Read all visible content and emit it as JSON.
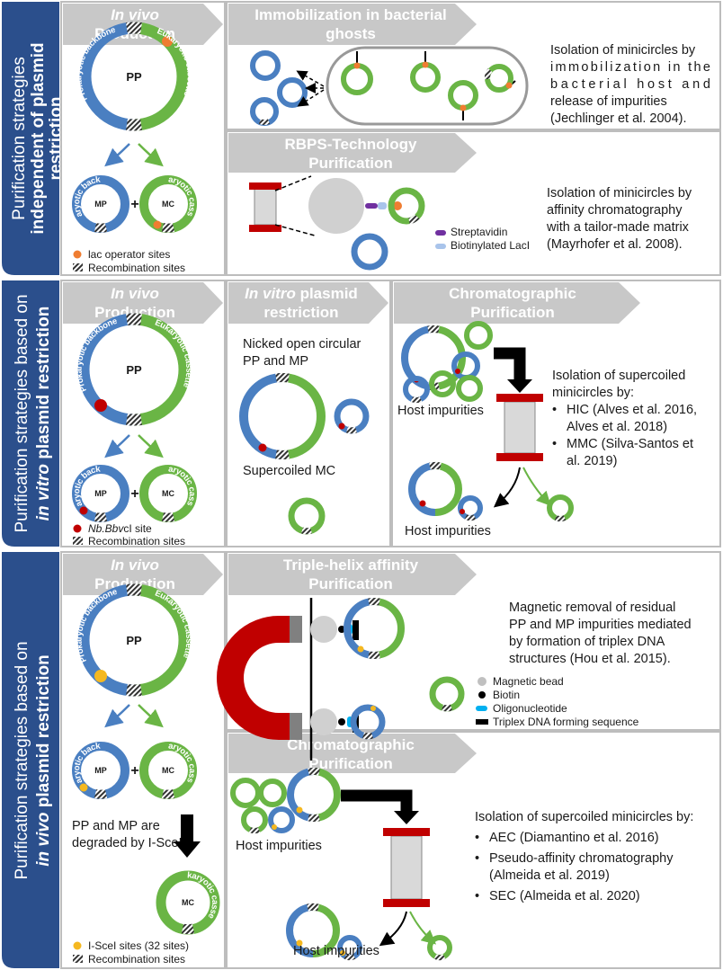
{
  "colors": {
    "side_band": "#2b4f8c",
    "header": "#c8c8c8",
    "blue": "#4a7fc1",
    "green": "#6ab545",
    "orange": "#ef7d31",
    "red": "#c00000",
    "yellow": "#f5b820",
    "purple": "#7030a0",
    "lightblue": "#a9c4eb",
    "cyan": "#00b0f0",
    "grey": "#c8c8c8"
  },
  "sections": [
    {
      "side_title_line1": "Purification strategies",
      "side_title_line2": "independent of plasmid",
      "side_title_line3": "restriction"
    },
    {
      "side_title_line1": "Purification strategies based on",
      "side_title_line2_italic": "in vitro",
      "side_title_line2_rest": " plasmid restriction"
    },
    {
      "side_title_line1": "Purification strategies based on",
      "side_title_line2_italic": "in vivo",
      "side_title_line2_rest": " plasmid restriction"
    }
  ],
  "production": {
    "header_italic": "In vivo",
    "header_rest": "Production",
    "pp": "PP",
    "mp": "MP",
    "mc": "MC",
    "plus": "+",
    "prok": "Prokaryotic backbone",
    "euk": "Eukaryotic cassette"
  },
  "s1": {
    "legend_orange": "lac operator sites",
    "legend_hatch": "Recombination sites",
    "ghost_header_l1": "Immobilization in bacterial",
    "ghost_header_l2": "ghosts",
    "ghost_text": [
      "Isolation of minicircles by",
      "immobilization in the",
      "bacterial host and",
      "release of impurities",
      "(Jechlinger et al. 2004)."
    ],
    "rbps_header_l1": "RBPS-Technology",
    "rbps_header_l2": "Purification",
    "rbps_text": [
      "Isolation of minicircles by",
      "affinity chromatography",
      "with a tailor-made matrix",
      "(Mayrhofer et al. 2008)."
    ],
    "legend_strep": "Streptavidin",
    "legend_biolacl": "Biotinylated LacI"
  },
  "s2": {
    "legend_red_italic": "Nb.Bbv",
    "legend_red_rest": "cI site",
    "legend_hatch": "Recombination sites",
    "restr_header_italic": "In vitro",
    "restr_header_rest": " plasmid",
    "restr_header_l2": "restriction",
    "nicked_l1": "Nicked open circular",
    "nicked_l2": "PP and MP",
    "supercoiled": "Supercoiled MC",
    "chrom_header_l1": "Chromatographic",
    "chrom_header_l2": "Purification",
    "host_top": "Host impurities",
    "host_bottom": "Host impurities",
    "iso_l1": "Isolation of supercoiled",
    "iso_l2": "minicircles by:",
    "bullets": [
      [
        "HIC (Alves et al. 2016,",
        "Alves et al. 2018)"
      ],
      [
        "MMC (Silva-Santos et",
        "al. 2019)"
      ]
    ]
  },
  "s3": {
    "degraded_l1": "PP and MP are",
    "degraded_l2": "degraded by I-SceI",
    "legend_yellow": "I-SceI sites (32 sites)",
    "legend_hatch": "Recombination sites",
    "triplex_header_l1": "Triple-helix affinity",
    "triplex_header_l2": "Purification",
    "triplex_text": [
      "Magnetic removal of residual",
      "PP and MP impurities mediated",
      "by formation of triplex DNA",
      "structures (Hou et al. 2015)."
    ],
    "legend_bead": "Magnetic bead",
    "legend_biotin": "Biotin",
    "legend_oligo": "Oligonucleotide",
    "legend_triplex": "Triplex DNA forming sequence",
    "chrom_header_l1": "Chromatographic",
    "chrom_header_l2": "Purification",
    "host_top": "Host impurities",
    "host_bottom": "Host impurities",
    "iso": "Isolation of supercoiled minicircles by:",
    "bullets": [
      [
        "AEC (Diamantino et al. 2016)"
      ],
      [
        "Pseudo-affinity chromatography",
        "(Almeida et al. 2019)"
      ],
      [
        "SEC (Almeida et al. 2020)"
      ]
    ]
  }
}
